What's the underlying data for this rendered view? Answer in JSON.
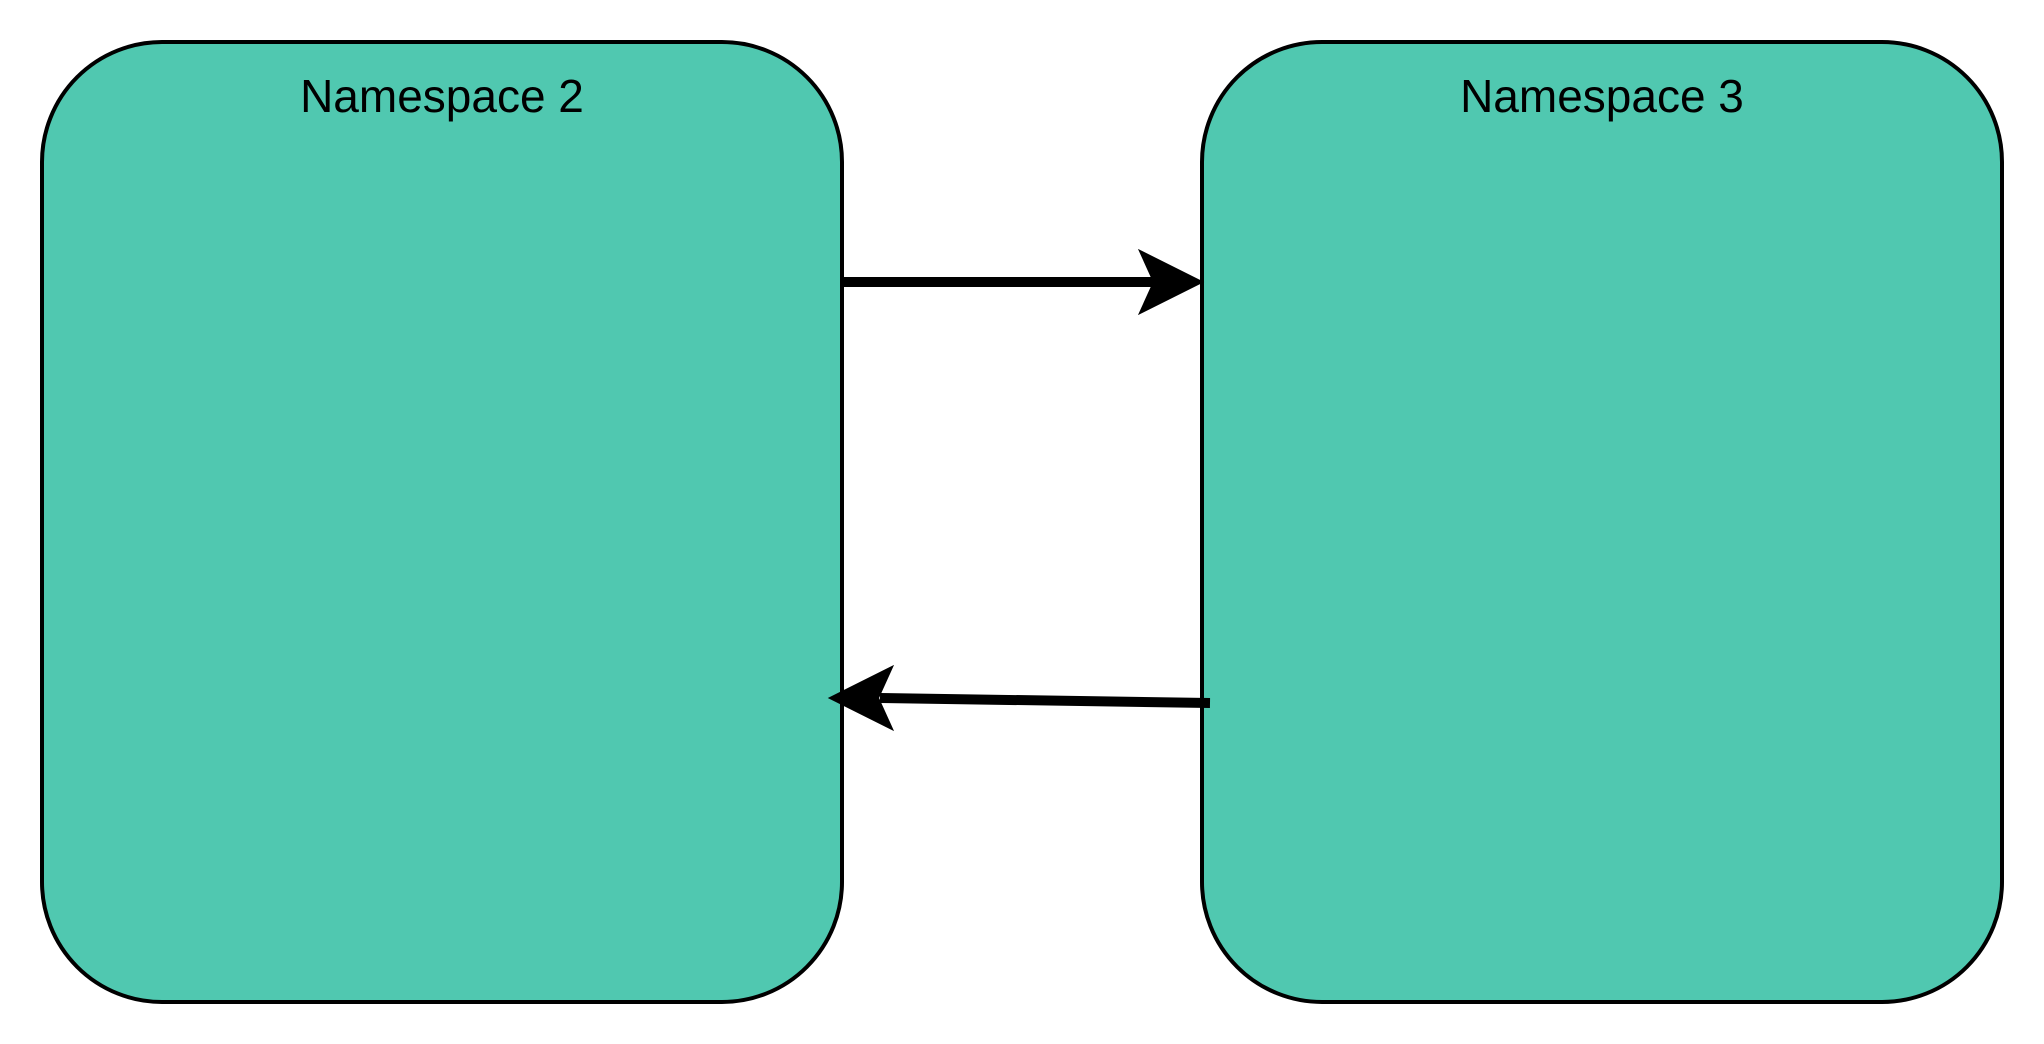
{
  "diagram": {
    "nodes": [
      {
        "id": "ns2",
        "label": "Namespace 2"
      },
      {
        "id": "ns3",
        "label": "Namespace 3"
      }
    ],
    "edges": [
      {
        "from": "ns2",
        "to": "ns3"
      },
      {
        "from": "ns3",
        "to": "ns2"
      }
    ],
    "colors": {
      "node_fill": "#50c8b0",
      "stroke": "#000000",
      "background": "#ffffff"
    }
  }
}
